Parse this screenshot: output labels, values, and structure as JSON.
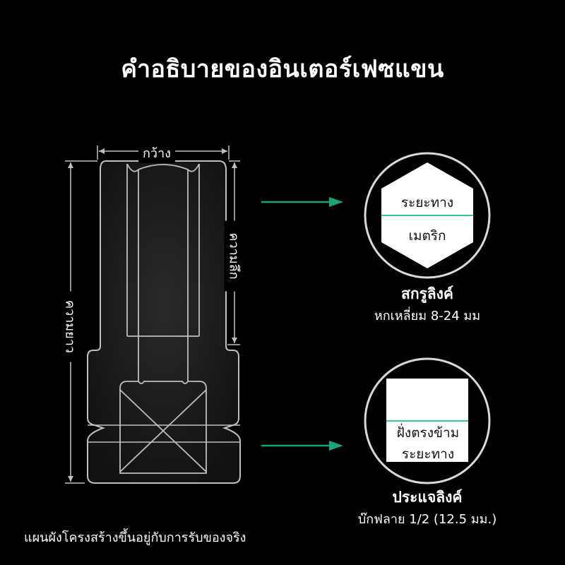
{
  "title": "คำอธิบายของอินเตอร์เฟซแขน",
  "dimensions": {
    "width": "กว้าง",
    "depth": "ความลึก",
    "length": "ความยาว"
  },
  "hex_socket": {
    "top_text": "ระยะทาง",
    "bottom_text": "เมตริก",
    "caption_title": "สกรูลิงค์",
    "caption_sub": "หกเหลี่ยม 8-24 มม"
  },
  "square_drive": {
    "top_text": "ฝั่งตรงข้าม",
    "bottom_text": "ระยะทาง",
    "caption_title": "ประแจลิงค์",
    "caption_sub": "บ๊กฟลาย 1/2 (12.5 มม.)"
  },
  "footer": "แผนผังโครงสร้างขึ้นอยู่กับการรับของจริง",
  "colors": {
    "background": "#000000",
    "arrow": "#1aa37a",
    "divider": "#34c98e",
    "body_fill": "#1c1c1c",
    "line": "#bfbfbf"
  }
}
